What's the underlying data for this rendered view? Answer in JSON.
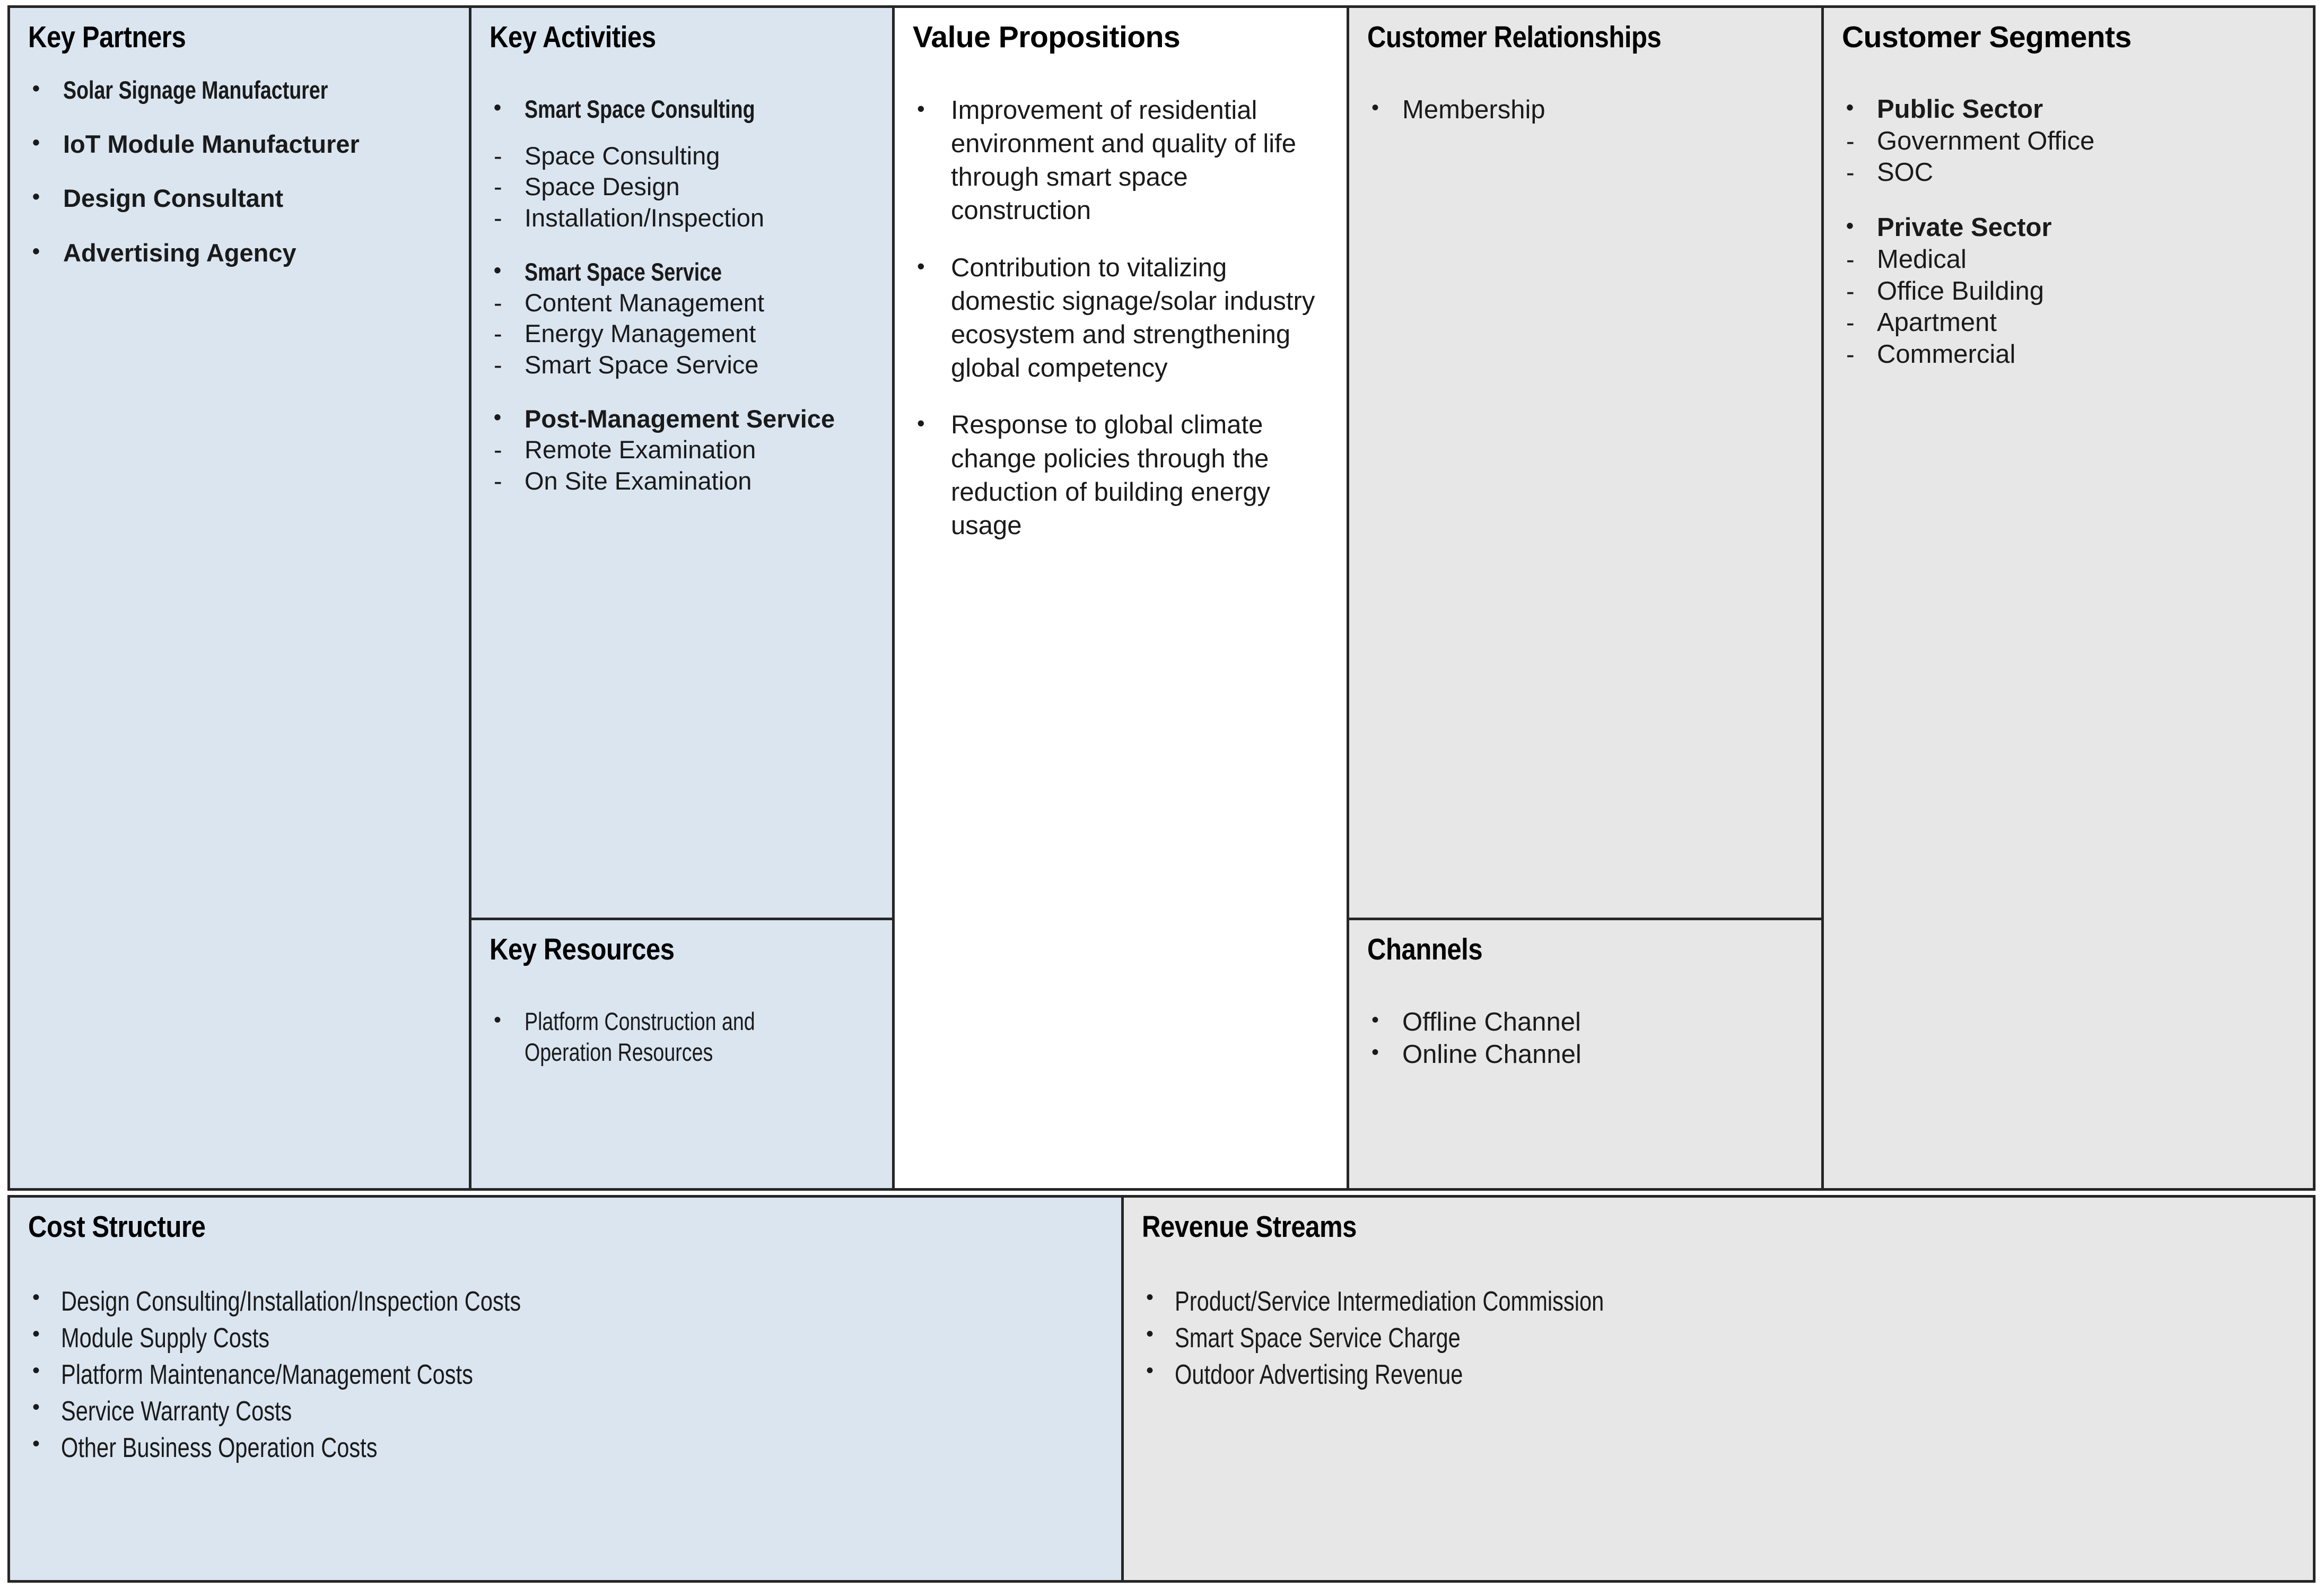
{
  "colors": {
    "blue_block": "#dae5f0",
    "gray_block": "#e7e7e7",
    "white_block": "#ffffff",
    "border": "#262626",
    "text": "#1a1a1a"
  },
  "blocks": {
    "key_partners": {
      "title": "Key Partners",
      "items": [
        {
          "marker": "•",
          "text": "Solar Signage Manufacturer",
          "style": "bold-condensed"
        },
        {
          "marker": "•",
          "text": "IoT Module Manufacturer",
          "style": "bold"
        },
        {
          "marker": "•",
          "text": "Design Consultant",
          "style": "bold"
        },
        {
          "marker": "•",
          "text": "Advertising Agency",
          "style": "bold"
        }
      ]
    },
    "key_activities": {
      "title": "Key Activities",
      "groups": [
        {
          "heading": {
            "marker": "•",
            "text": "Smart Space Consulting",
            "style": "bold-condensed"
          },
          "items": [
            {
              "marker": "-",
              "text": "Space Consulting"
            },
            {
              "marker": "-",
              "text": "Space Design"
            },
            {
              "marker": "-",
              "text": "Installation/Inspection"
            }
          ]
        },
        {
          "heading": {
            "marker": "•",
            "text": "Smart Space Service",
            "style": "bold-condensed"
          },
          "items": [
            {
              "marker": "-",
              "text": "Content Management"
            },
            {
              "marker": "-",
              "text": "Energy Management"
            },
            {
              "marker": "-",
              "text": "Smart Space Service"
            }
          ]
        },
        {
          "heading": {
            "marker": "•",
            "text": "Post-Management Service",
            "style": "bold"
          },
          "items": [
            {
              "marker": "-",
              "text": "Remote Examination"
            },
            {
              "marker": "-",
              "text": "On Site Examination"
            }
          ]
        }
      ]
    },
    "key_resources": {
      "title": "Key Resources",
      "items": [
        {
          "marker": "•",
          "text": "Platform Construction and Operation Resources",
          "style": "condensed"
        }
      ]
    },
    "value_propositions": {
      "title": "Value Propositions",
      "items": [
        {
          "marker": "•",
          "text": "Improvement of residential environment and quality of life through smart space construction"
        },
        {
          "marker": "•",
          "text": "Contribution to vitalizing domestic signage/solar industry ecosystem and strengthening global competency"
        },
        {
          "marker": "•",
          "text": "Response to global climate change policies through the reduction of building energy usage"
        }
      ]
    },
    "customer_relationships": {
      "title": "Customer Relationships",
      "items": [
        {
          "marker": "•",
          "text": "Membership"
        }
      ]
    },
    "channels": {
      "title": "Channels",
      "items": [
        {
          "marker": "•",
          "text": "Offline Channel"
        },
        {
          "marker": "•",
          "text": "Online Channel"
        }
      ]
    },
    "customer_segments": {
      "title": "Customer Segments",
      "groups": [
        {
          "heading": {
            "marker": "•",
            "text": "Public Sector",
            "style": "bold"
          },
          "items": [
            {
              "marker": "-",
              "text": "Government Office"
            },
            {
              "marker": "-",
              "text": "SOC"
            }
          ]
        },
        {
          "heading": {
            "marker": "•",
            "text": "Private Sector",
            "style": "bold"
          },
          "items": [
            {
              "marker": "-",
              "text": "Medical"
            },
            {
              "marker": "-",
              "text": "Office Building"
            },
            {
              "marker": "-",
              "text": "Apartment"
            },
            {
              "marker": "-",
              "text": "Commercial"
            }
          ]
        }
      ]
    },
    "cost_structure": {
      "title": "Cost Structure",
      "items": [
        {
          "marker": "•",
          "text": "Design Consulting/Installation/Inspection Costs"
        },
        {
          "marker": "•",
          "text": "Module Supply Costs"
        },
        {
          "marker": "•",
          "text": "Platform Maintenance/Management Costs"
        },
        {
          "marker": "•",
          "text": "Service Warranty Costs"
        },
        {
          "marker": "•",
          "text": "Other Business Operation Costs"
        }
      ]
    },
    "revenue_streams": {
      "title": "Revenue Streams",
      "items": [
        {
          "marker": "•",
          "text": "Product/Service Intermediation Commission"
        },
        {
          "marker": "•",
          "text": "Smart Space Service Charge"
        },
        {
          "marker": "•",
          "text": "Outdoor Advertising Revenue"
        }
      ]
    }
  }
}
